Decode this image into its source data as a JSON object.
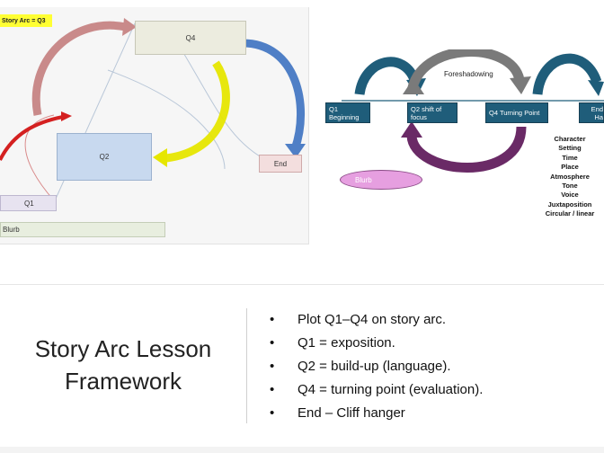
{
  "left_diagram": {
    "tag": "Story Arc = Q3",
    "boxes": {
      "q4": "Q4",
      "q2": "Q2",
      "q1": "Q1",
      "end": "End",
      "blurb": "Blurb"
    }
  },
  "right_diagram": {
    "foreshadowing": "Foreshadowing",
    "segments": [
      {
        "line1": "Q1",
        "line2": "Beginning"
      },
      {
        "line1": "Q2 shift of",
        "line2": "focus"
      },
      {
        "line1": "Q4 Turning Point",
        "line2": ""
      },
      {
        "line1": "End",
        "line2": "Ha"
      }
    ],
    "blurb": "Blurb",
    "elements": [
      "Character",
      "Setting",
      "Time",
      "Place",
      "Atmosphere",
      "Tone",
      "Voice",
      "Juxtaposition",
      "Circular / linear"
    ]
  },
  "slide": {
    "title_line1": "Story Arc Lesson",
    "title_line2": "Framework",
    "bullets": [
      "Plot Q1–Q4 on story arc.",
      "Q1 = exposition.",
      "Q2 = build-up (language).",
      "Q4 = turning point (evaluation).",
      "End – Cliff hanger"
    ]
  },
  "colors": {
    "arc_pink": "#c98a8a",
    "arc_blue": "#4f7fc6",
    "arc_yellow": "#e6e600",
    "arc_red": "#d42020",
    "segment_blue": "#1f5d7a",
    "arc_gray": "#7a7a7a",
    "arc_purple": "#6a2a66"
  }
}
